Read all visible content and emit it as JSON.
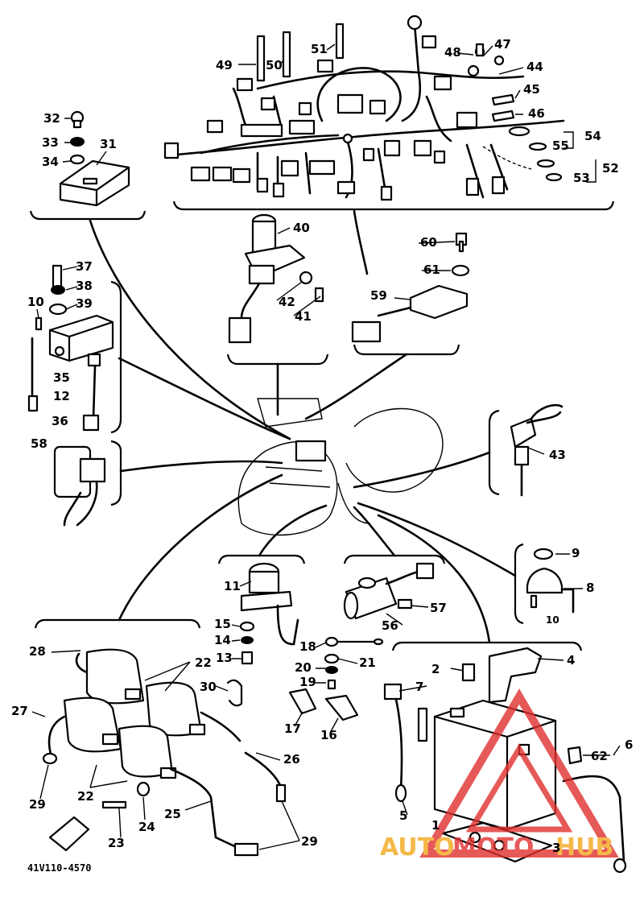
{
  "diagram": {
    "part_code": "41V110-4570",
    "labels": {
      "l1": "1",
      "l2": "2",
      "l3": "3",
      "l4": "4",
      "l5": "5",
      "l6": "6",
      "l7": "7",
      "l8": "8",
      "l9": "9",
      "l10a": "10",
      "l10b": "10",
      "l11": "11",
      "l12": "12",
      "l13": "13",
      "l14": "14",
      "l15": "15",
      "l16": "16",
      "l17": "17",
      "l18": "18",
      "l19": "19",
      "l20": "20",
      "l21": "21",
      "l22a": "22",
      "l22b": "22",
      "l23": "23",
      "l24": "24",
      "l25": "25",
      "l26": "26",
      "l27": "27",
      "l28": "28",
      "l29a": "29",
      "l29b": "29",
      "l30": "30",
      "l31": "31",
      "l32": "32",
      "l33": "33",
      "l34": "34",
      "l35": "35",
      "l36": "36",
      "l37": "37",
      "l38": "38",
      "l39": "39",
      "l40": "40",
      "l41": "41",
      "l42": "42",
      "l43": "43",
      "l44": "44",
      "l45": "45",
      "l46": "46",
      "l47": "47",
      "l48": "48",
      "l49": "49",
      "l50": "50",
      "l51": "51",
      "l52": "52",
      "l53": "53",
      "l54": "54",
      "l55": "55",
      "l56": "56",
      "l57": "57",
      "l58": "58",
      "l59": "59",
      "l60": "60",
      "l61": "61",
      "l62": "62"
    }
  },
  "watermark": {
    "brand_auto": "AUTO",
    "brand_moto": "MOTO",
    "brand_hub": "HUB",
    "color_orange": "#f2a81c",
    "color_red": "#e03030"
  }
}
